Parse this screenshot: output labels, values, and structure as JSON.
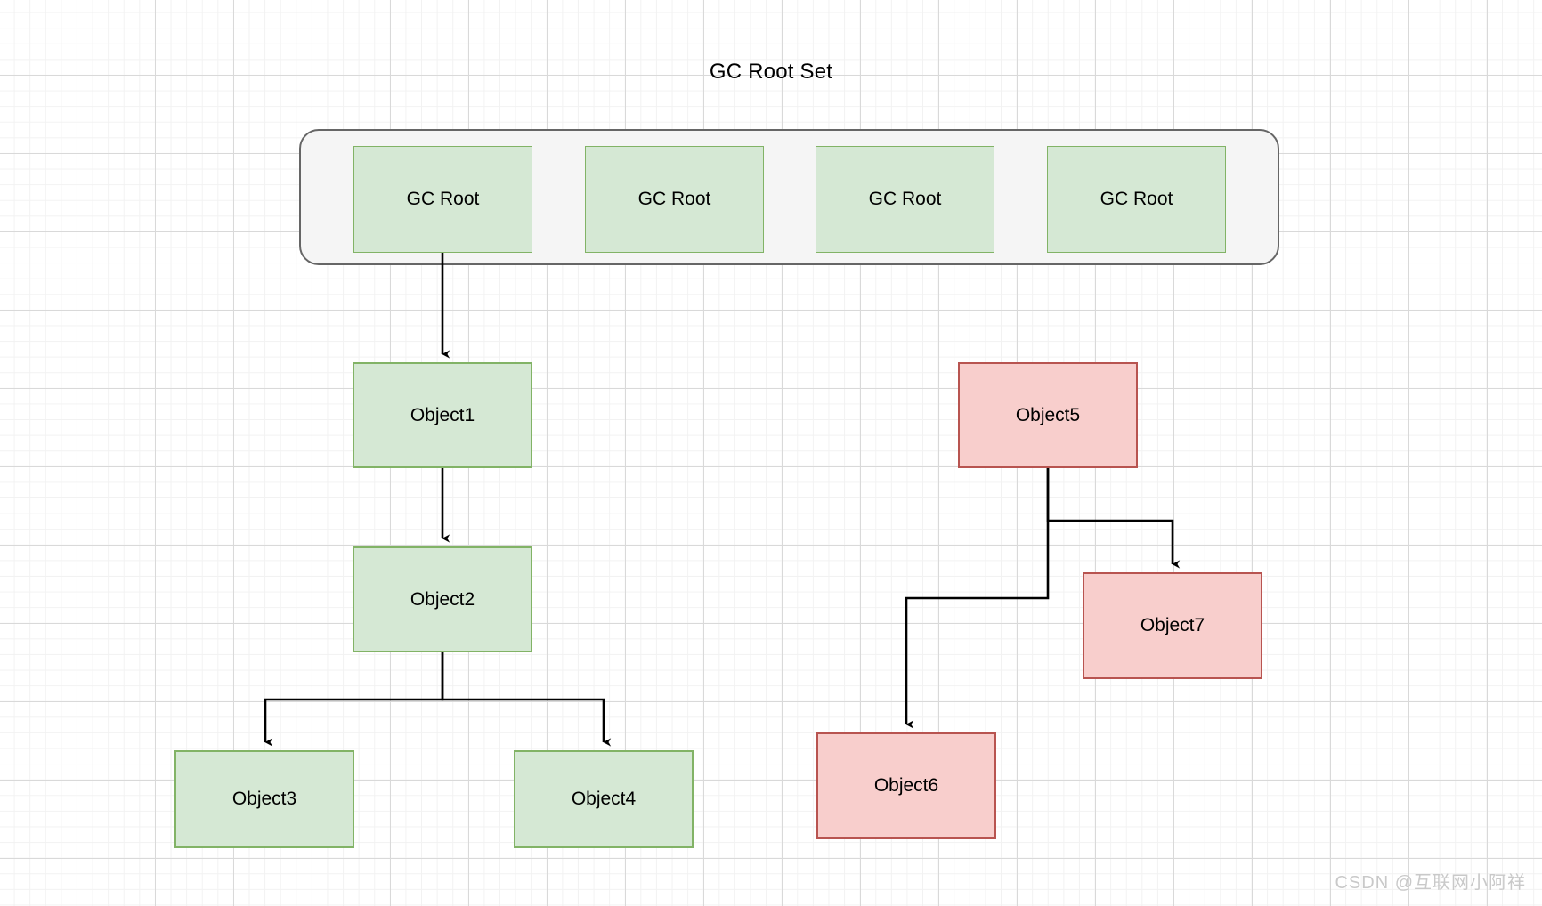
{
  "diagram": {
    "title": "GC Root Set",
    "type": "gc-reachability-graph",
    "background": {
      "grid": true,
      "minor_grid_color": "#f2f2f2",
      "major_grid_color": "#d9d9d9",
      "canvas_color": "#ffffff"
    },
    "colors": {
      "reachable_fill": "#d5e8d4",
      "reachable_stroke": "#82b366",
      "unreachable_fill": "#f8cecc",
      "unreachable_stroke": "#b85450",
      "container_fill": "#f5f5f5",
      "container_stroke": "#666666",
      "edge_stroke": "#000000",
      "text_color": "#000000",
      "watermark_color": "#c9c9c9"
    },
    "root_set": {
      "label": "GC Root Set",
      "roots": [
        {
          "label": "GC Root"
        },
        {
          "label": "GC Root"
        },
        {
          "label": "GC Root"
        },
        {
          "label": "GC Root"
        }
      ]
    },
    "nodes": [
      {
        "id": "object1",
        "label": "Object1",
        "state": "reachable"
      },
      {
        "id": "object2",
        "label": "Object2",
        "state": "reachable"
      },
      {
        "id": "object3",
        "label": "Object3",
        "state": "reachable"
      },
      {
        "id": "object4",
        "label": "Object4",
        "state": "reachable"
      },
      {
        "id": "object5",
        "label": "Object5",
        "state": "unreachable"
      },
      {
        "id": "object6",
        "label": "Object6",
        "state": "unreachable"
      },
      {
        "id": "object7",
        "label": "Object7",
        "state": "unreachable"
      }
    ],
    "edges": [
      {
        "from": "gc-root-1",
        "to": "object1"
      },
      {
        "from": "object1",
        "to": "object2"
      },
      {
        "from": "object2",
        "to": "object3"
      },
      {
        "from": "object2",
        "to": "object4"
      },
      {
        "from": "object5",
        "to": "object6"
      },
      {
        "from": "object5",
        "to": "object7"
      }
    ],
    "watermark": "CSDN @互联网小阿祥"
  }
}
